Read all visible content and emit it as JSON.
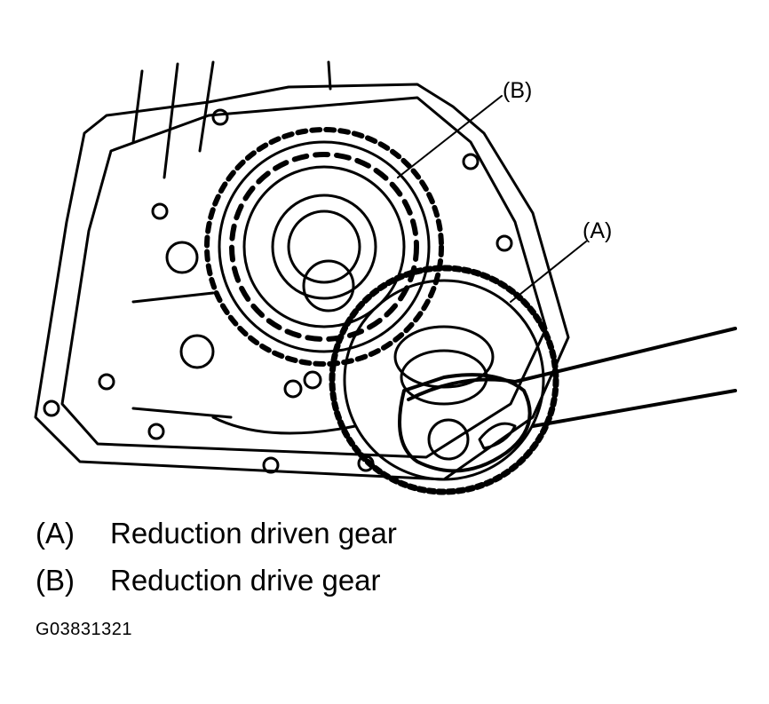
{
  "callouts": {
    "a": "(A)",
    "b": "(B)"
  },
  "legend": [
    {
      "key": "(A)",
      "text": "Reduction driven gear"
    },
    {
      "key": "(B)",
      "text": "Reduction drive gear"
    }
  ],
  "figure_id": "G03831321",
  "colors": {
    "line": "#000000",
    "background": "#ffffff"
  }
}
